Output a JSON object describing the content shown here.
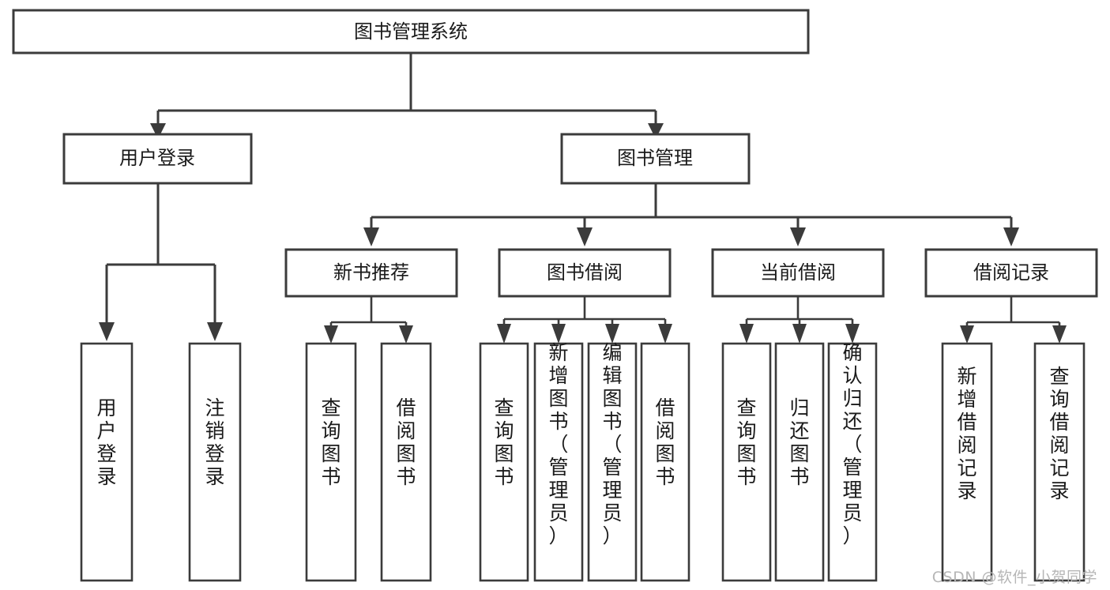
{
  "diagram": {
    "type": "tree-flowchart",
    "orientation": "top-down",
    "title": "图书管理系统",
    "watermark": "CSDN @软件_小贺同学",
    "colors": {
      "background": "#ffffff",
      "stroke": "#3b3b3b",
      "box_fill": "#ffffff",
      "text": "#1a1a1a",
      "watermark": "#b6b6b6"
    },
    "levels": {
      "root": "图书管理系统",
      "level2": [
        "用户登录",
        "图书管理"
      ],
      "level3": [
        "新书推荐",
        "图书借阅",
        "当前借阅",
        "借阅记录"
      ]
    },
    "nodes": {
      "root": {
        "label": "图书管理系统",
        "orientation": "horizontal"
      },
      "user_login": {
        "label": "用户登录",
        "orientation": "horizontal"
      },
      "book_manage": {
        "label": "图书管理",
        "orientation": "horizontal"
      },
      "new_book_rec": {
        "label": "新书推荐",
        "orientation": "horizontal"
      },
      "book_borrow": {
        "label": "图书借阅",
        "orientation": "horizontal"
      },
      "current_borrow": {
        "label": "当前借阅",
        "orientation": "horizontal"
      },
      "borrow_record": {
        "label": "借阅记录",
        "orientation": "horizontal"
      },
      "leaf_user_login": {
        "label": "用户登录",
        "orientation": "vertical"
      },
      "leaf_logout": {
        "label": "注销登录",
        "orientation": "vertical"
      },
      "leaf_query_book_1": {
        "label": "查询图书",
        "orientation": "vertical"
      },
      "leaf_borrow_book_1": {
        "label": "借阅图书",
        "orientation": "vertical"
      },
      "leaf_query_book_2": {
        "label": "查询图书",
        "orientation": "vertical"
      },
      "leaf_add_book": {
        "label": "新增图书（管理员）",
        "orientation": "vertical"
      },
      "leaf_edit_book": {
        "label": "编辑图书（管理员）",
        "orientation": "vertical"
      },
      "leaf_borrow_book_2": {
        "label": "借阅图书",
        "orientation": "vertical"
      },
      "leaf_query_book_3": {
        "label": "查询图书",
        "orientation": "vertical"
      },
      "leaf_return_book": {
        "label": "归还图书",
        "orientation": "vertical"
      },
      "leaf_confirm_return": {
        "label": "确认归还（管理员）",
        "orientation": "vertical"
      },
      "leaf_add_record": {
        "label": "新增借阅记录",
        "orientation": "vertical"
      },
      "leaf_query_record": {
        "label": "查询借阅记录",
        "orientation": "vertical"
      }
    },
    "edges": [
      {
        "from": "图书管理系统",
        "to": "用户登录"
      },
      {
        "from": "图书管理系统",
        "to": "图书管理"
      },
      {
        "from": "用户登录",
        "to": "用户登录"
      },
      {
        "from": "用户登录",
        "to": "注销登录"
      },
      {
        "from": "图书管理",
        "to": "新书推荐"
      },
      {
        "from": "图书管理",
        "to": "图书借阅"
      },
      {
        "from": "图书管理",
        "to": "当前借阅"
      },
      {
        "from": "图书管理",
        "to": "借阅记录"
      },
      {
        "from": "新书推荐",
        "to": "查询图书"
      },
      {
        "from": "新书推荐",
        "to": "借阅图书"
      },
      {
        "from": "图书借阅",
        "to": "查询图书"
      },
      {
        "from": "图书借阅",
        "to": "新增图书（管理员）"
      },
      {
        "from": "图书借阅",
        "to": "编辑图书（管理员）"
      },
      {
        "from": "图书借阅",
        "to": "借阅图书"
      },
      {
        "from": "当前借阅",
        "to": "查询图书"
      },
      {
        "from": "当前借阅",
        "to": "归还图书"
      },
      {
        "from": "当前借阅",
        "to": "确认归还（管理员）"
      },
      {
        "from": "借阅记录",
        "to": "新增借阅记录"
      },
      {
        "from": "借阅记录",
        "to": "查询借阅记录"
      }
    ]
  }
}
